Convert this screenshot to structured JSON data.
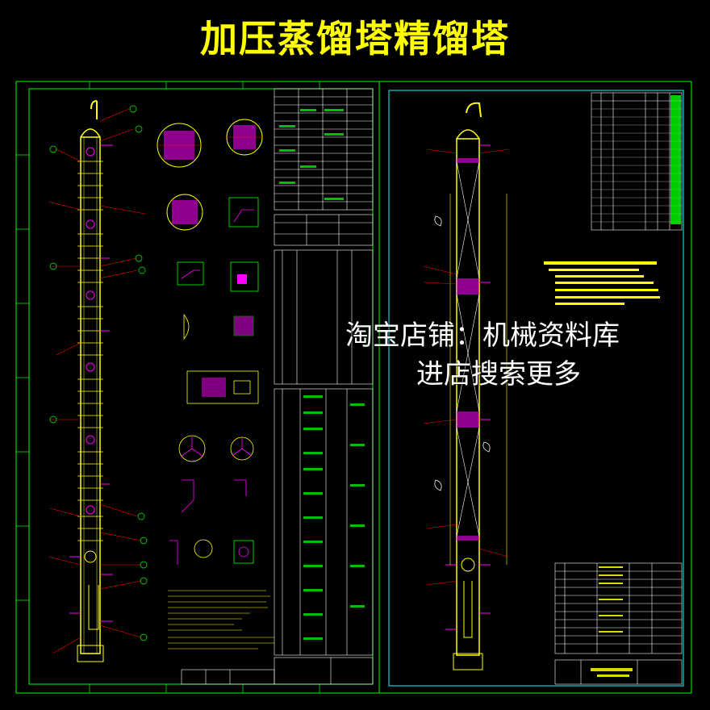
{
  "title": "加压蒸馏塔精馏塔",
  "watermark": {
    "line1": "淘宝店铺：机械资料库",
    "line2": "进店搜索更多"
  },
  "colors": {
    "background": "#000000",
    "title": "#ffff00",
    "frame": "#00ff00",
    "column": "#ffff00",
    "nozzle": "#ff00ff",
    "leader": "#ff0000",
    "table_text": "#ffffff",
    "watermark": "#ffffff"
  }
}
